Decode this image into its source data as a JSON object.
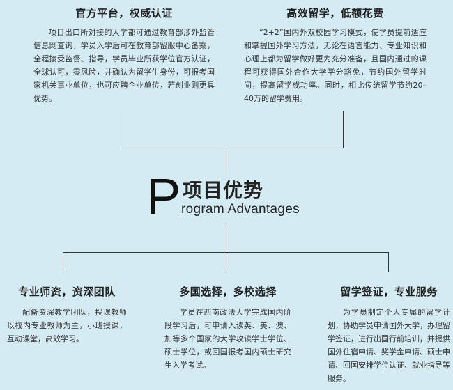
{
  "center": {
    "big_letter": "P",
    "title_cn": "项目优势",
    "title_en": "rogram Advantages"
  },
  "top": [
    {
      "title": "官方平台，权威认证",
      "body": "项目出口所对接的大学都可通过教育部涉外监管信息网查询，学员入学后可在教育部留服中心备案，全程接受监督、指导，学员毕业所获学位官方认证，全球认可，零风险，并确认为留学生身份，可报考国家机关事业单位，也可应聘企业单位，若创业则更具优势。"
    },
    {
      "title": "高效留学，低额花费",
      "body": "“2+2”国内外双校园学习模式，使学员提前适应和掌握国外学习方法，无论在语言能力、专业知识和心理上都为留学做好更为充分准备，且国内通过的课程可获得国外合作大学学分豁免，节约国外留学时间，提高留学成功率。同时，相比传统留学节约20–40万的留学费用。"
    }
  ],
  "bottom": [
    {
      "title": "专业师资，资深团队",
      "body": "配备资深教学团队，授课教师以校内专业教师为主，小班授课，互动课堂，高效学习。"
    },
    {
      "title": "多国选择，多校选择",
      "body": "学员在西南政法大学完成国内阶段学习后，可申请入读英、美、澳、加等多个国家的大学攻读学士学位、硕士学位，或回国报考国内硕士研究生入学考试。"
    },
    {
      "title": "留学签证，专业服务",
      "body": "为学员制定个人专属的留学计划，协助学员申请国外大学，办理留学签证，进行出国行前培训，并提供国外住宿申请、奖学金申请、硕士申请、回国安排学位认证、就业指导等服务。"
    }
  ]
}
